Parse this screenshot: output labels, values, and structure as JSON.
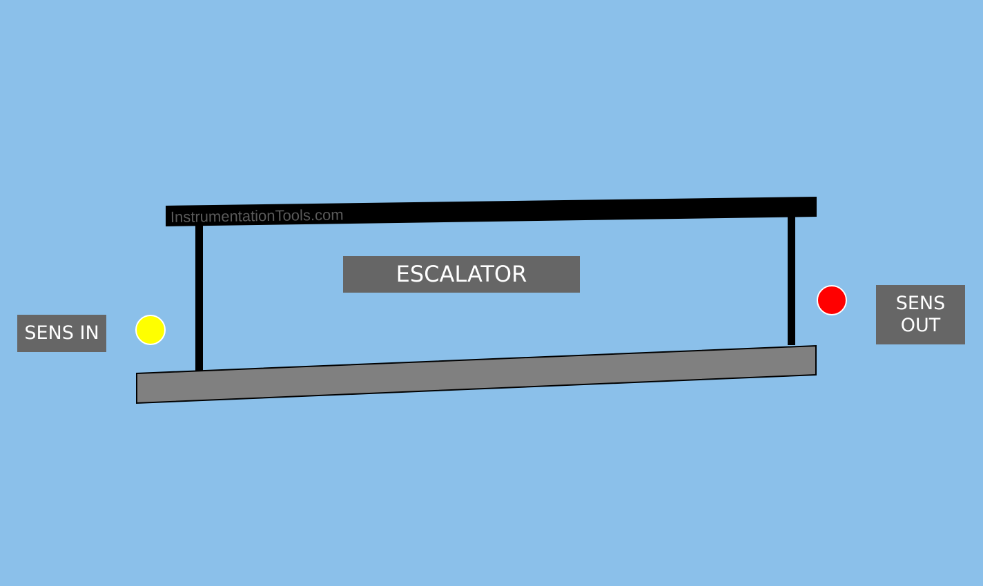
{
  "diagram": {
    "watermark": "InstrumentationTools.com",
    "escalator_label": "ESCALATOR",
    "sensor_in": {
      "label": "SENS IN",
      "indicator_color": "#ffff00"
    },
    "sensor_out": {
      "label_line1": "SENS",
      "label_line2": "OUT",
      "indicator_color": "#ff0000"
    },
    "colors": {
      "background": "#8bc0ea",
      "handrail": "#000000",
      "step_belt": "#808080",
      "label_box": "#666666",
      "label_text": "#ffffff",
      "watermark_text": "#5a5a5a"
    }
  }
}
